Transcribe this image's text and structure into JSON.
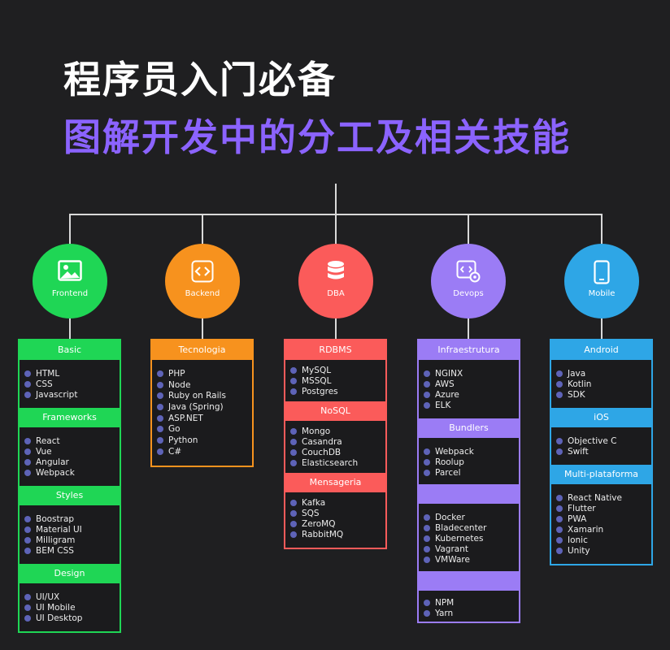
{
  "title_line1": "程序员入门必备",
  "title_line2": "图解开发中的分工及相关技能",
  "categories": [
    {
      "name": "Frontend",
      "icon": "image-icon",
      "color": "#1fd655",
      "sections": [
        {
          "heading": "Basic",
          "items": [
            "HTML",
            "CSS",
            "Javascript"
          ]
        },
        {
          "heading": "Frameworks",
          "items": [
            "React",
            "Vue",
            "Angular",
            "Webpack"
          ]
        },
        {
          "heading": "Styles",
          "items": [
            "Boostrap",
            "Material UI",
            "Milligram",
            "BEM CSS"
          ]
        },
        {
          "heading": "Design",
          "items": [
            "UI/UX",
            "UI Mobile",
            "UI Desktop"
          ]
        }
      ]
    },
    {
      "name": "Backend",
      "icon": "code-icon",
      "color": "#f7921e",
      "sections": [
        {
          "heading": "Tecnologia",
          "items": [
            "PHP",
            "Node",
            "Ruby on Rails",
            "Java (Spring)",
            "ASP.NET",
            "Go",
            "Python",
            "C#"
          ]
        }
      ]
    },
    {
      "name": "DBA",
      "icon": "database-icon",
      "color": "#fb5b5a",
      "sections": [
        {
          "heading": "RDBMS",
          "items": [
            "MySQL",
            "MSSQL",
            "Postgres"
          ]
        },
        {
          "heading": "NoSQL",
          "items": [
            "Mongo",
            "Casandra",
            "CouchDB",
            "Elasticsearch"
          ]
        },
        {
          "heading": "Mensageria",
          "items": [
            "Kafka",
            "SQS",
            "ZeroMQ",
            "RabbitMQ"
          ]
        }
      ]
    },
    {
      "name": "Devops",
      "icon": "gear-code-icon",
      "color": "#9b7cf5",
      "sections": [
        {
          "heading": "Infraestrutura",
          "items": [
            "NGINX",
            "AWS",
            "Azure",
            "ELK"
          ]
        },
        {
          "heading": "Bundlers",
          "items": [
            "Webpack",
            "Roolup",
            "Parcel"
          ]
        },
        {
          "heading": "",
          "items": [
            "Docker",
            "Bladecenter",
            "Kubernetes",
            "Vagrant",
            "VMWare"
          ]
        },
        {
          "heading": "",
          "items": [
            "NPM",
            "Yarn"
          ]
        }
      ]
    },
    {
      "name": "Mobile",
      "icon": "phone-icon",
      "color": "#2ea6e6",
      "sections": [
        {
          "heading": "Android",
          "items": [
            "Java",
            "Kotlin",
            "SDK"
          ]
        },
        {
          "heading": "iOS",
          "items": [
            "Objective C",
            "Swift"
          ]
        },
        {
          "heading": "Multi-plataforma",
          "items": [
            "React Native",
            "Flutter",
            "PWA",
            "Xamarin",
            "Ionic",
            "Unity"
          ]
        }
      ]
    }
  ]
}
